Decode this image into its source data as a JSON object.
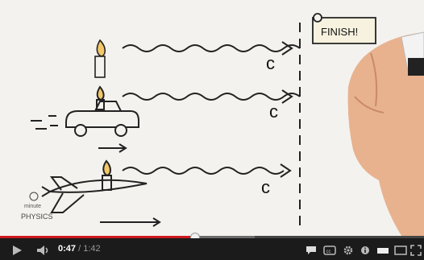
{
  "video": {
    "finish_sign": "FINISH!",
    "speed_labels": [
      "c",
      "c",
      "c"
    ],
    "logo_text_top": "minute",
    "logo_text_bottom": "PHYSICS"
  },
  "player": {
    "current_time": "0:47",
    "separator": " / ",
    "duration": "1:42",
    "progress_fraction": 0.46,
    "buffered_fraction": 0.6,
    "accent_color": "#cc181e",
    "icons": [
      "play-icon",
      "volume-icon",
      "annotations-icon",
      "captions-icon",
      "settings-icon",
      "info-icon",
      "small-player-icon",
      "large-player-icon",
      "fullscreen-icon"
    ]
  }
}
